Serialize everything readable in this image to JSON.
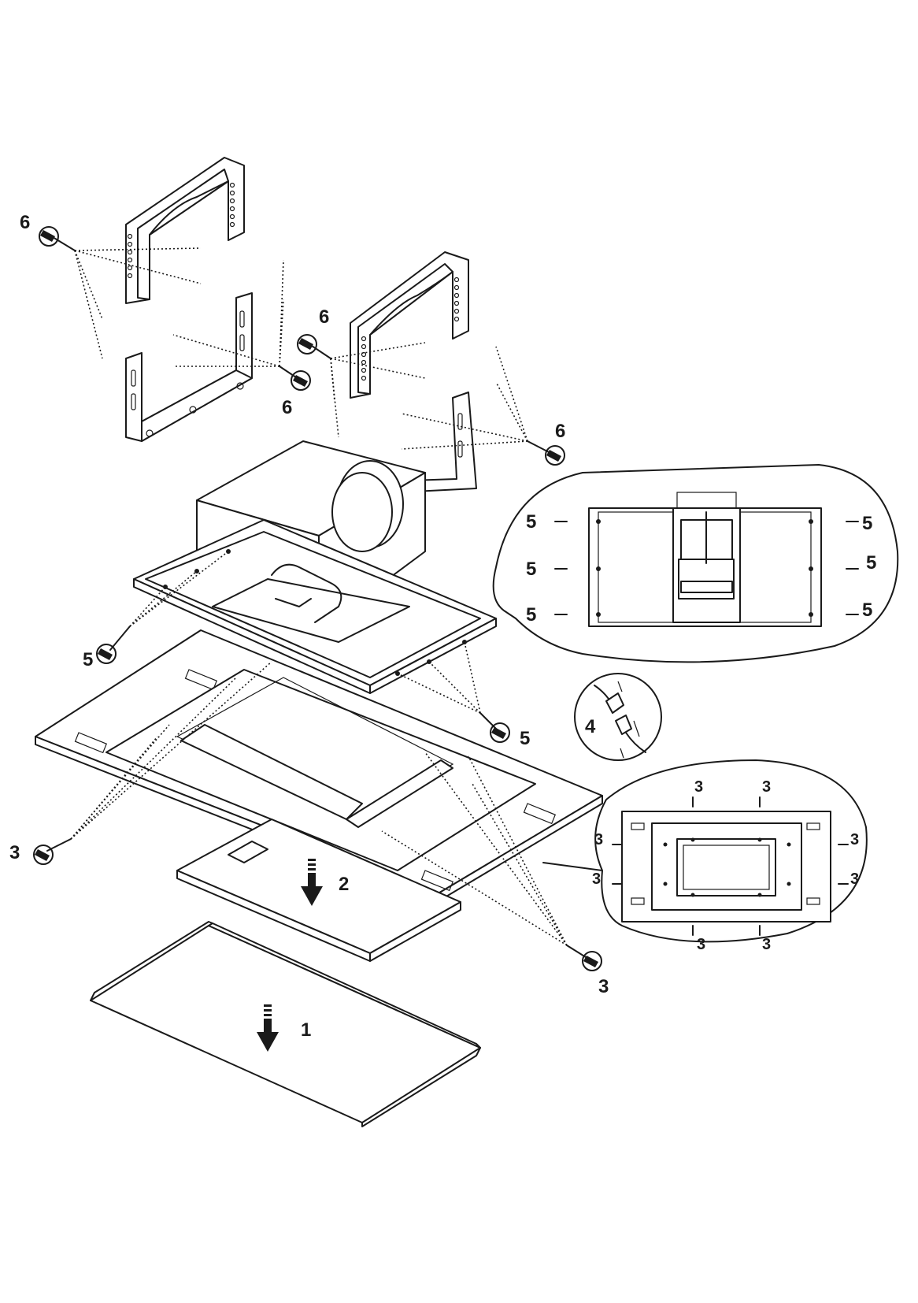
{
  "labels": {
    "step1": "1",
    "step2": "2",
    "step3": "3",
    "step4": "4",
    "step5": "5",
    "step6": "6"
  },
  "colors": {
    "line": "#1a1a1a",
    "background": "#ffffff"
  }
}
